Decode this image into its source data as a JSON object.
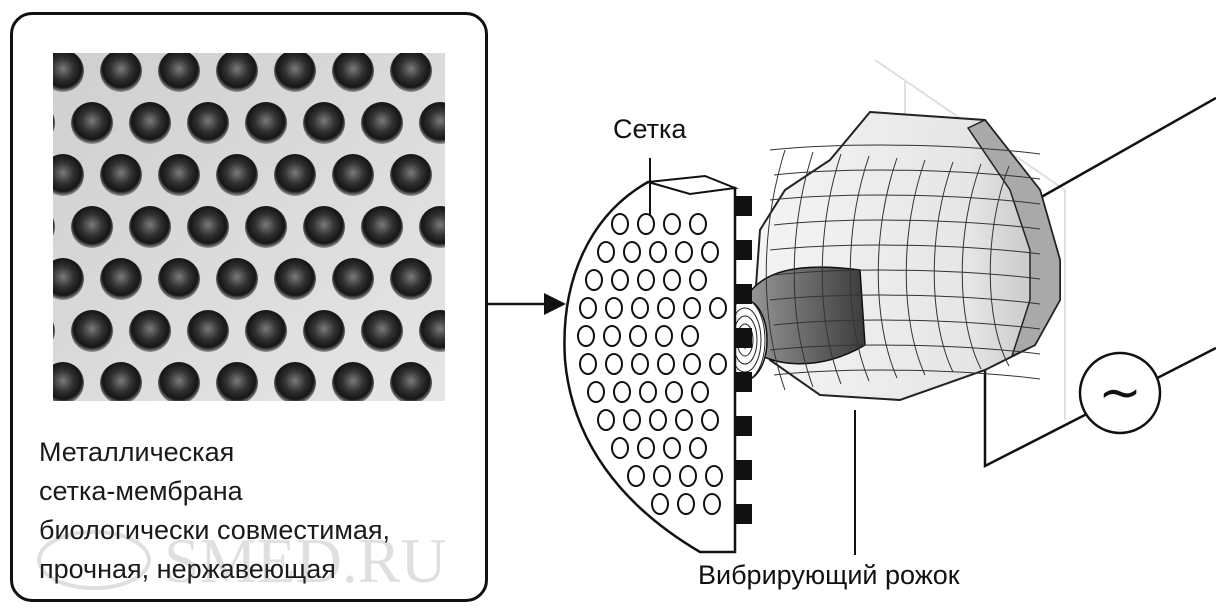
{
  "panel": {
    "caption_lines": [
      "Металлическая",
      "сетка-мембрана",
      "биологически совместимая,",
      "прочная, нержавеющая"
    ]
  },
  "labels": {
    "mesh": "Сетка",
    "horn": "Вибрирующий рожок"
  },
  "watermark": "SMED.RU",
  "ac_symbol": "~",
  "icons": [
    "arrow-right-icon",
    "ac-source-icon"
  ]
}
